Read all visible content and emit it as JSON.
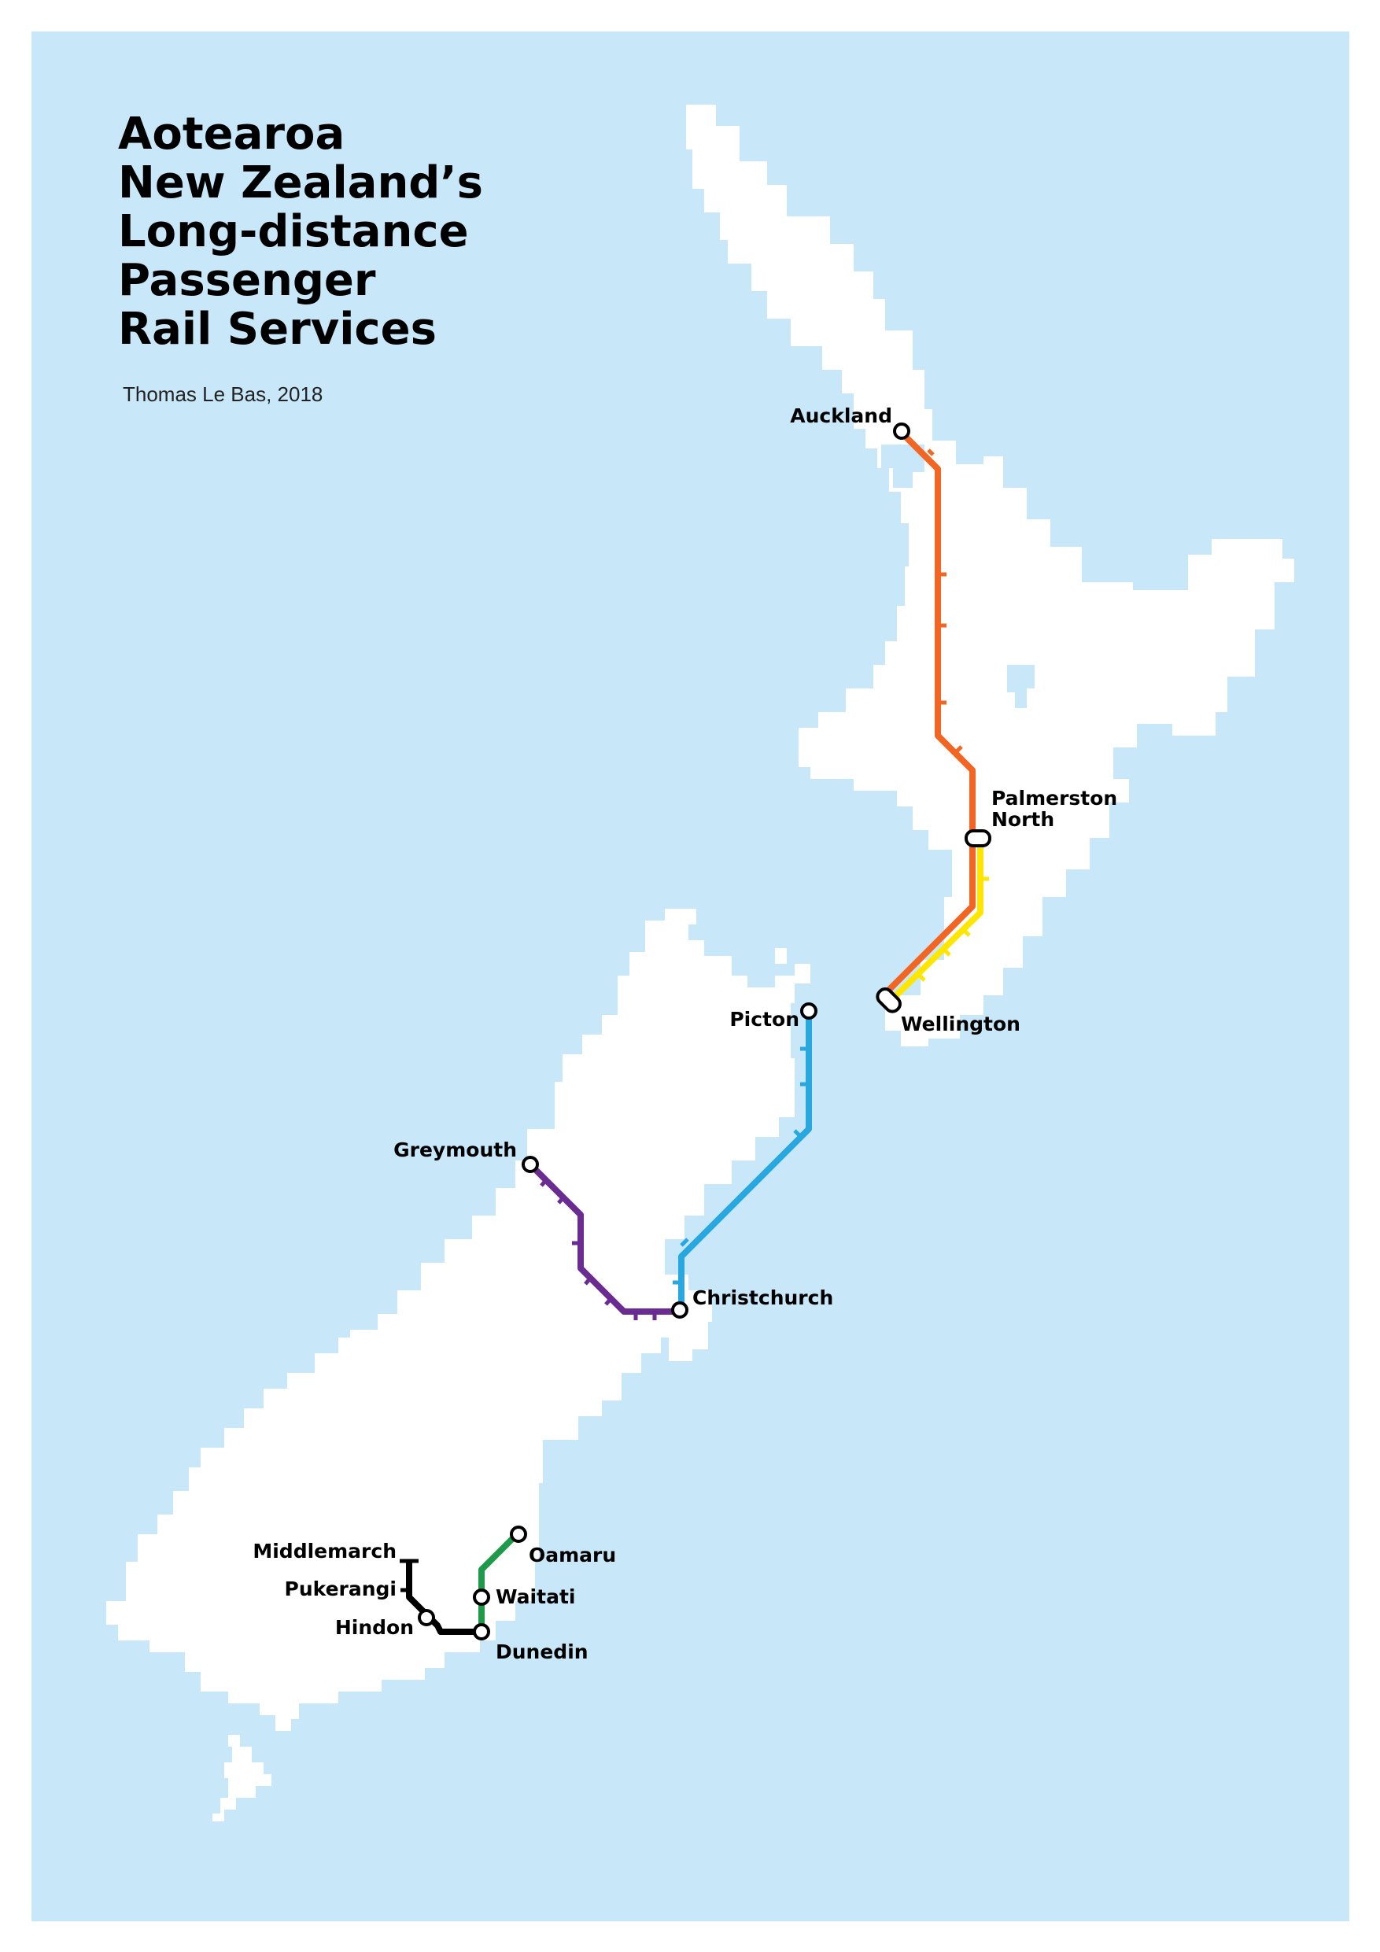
{
  "map": {
    "title_lines": [
      "Aotearoa",
      "New Zealand’s",
      "Long-distance",
      "Passenger",
      "Rail Services"
    ],
    "credit": "Thomas Le Bas, 2018",
    "colors": {
      "sea": "#c8e8f9",
      "land": "#ffffff",
      "northern_explorer": "#f26522",
      "capital_connection": "#ffe600",
      "coastal_pacific": "#29a8e0",
      "tranzalpine": "#6a2c91",
      "seasider": "#1f9a4a",
      "taieri_gorge": "#000000"
    },
    "stations": {
      "auckland": "Auckland",
      "palmerston_north_1": "Palmerston",
      "palmerston_north_2": "North",
      "wellington": "Wellington",
      "picton": "Picton",
      "greymouth": "Greymouth",
      "christchurch": "Christchurch",
      "middlemarch": "Middlemarch",
      "pukerangi": "Pukerangi",
      "hindon": "Hindon",
      "oamaru": "Oamaru",
      "waitati": "Waitati",
      "dunedin": "Dunedin"
    }
  }
}
